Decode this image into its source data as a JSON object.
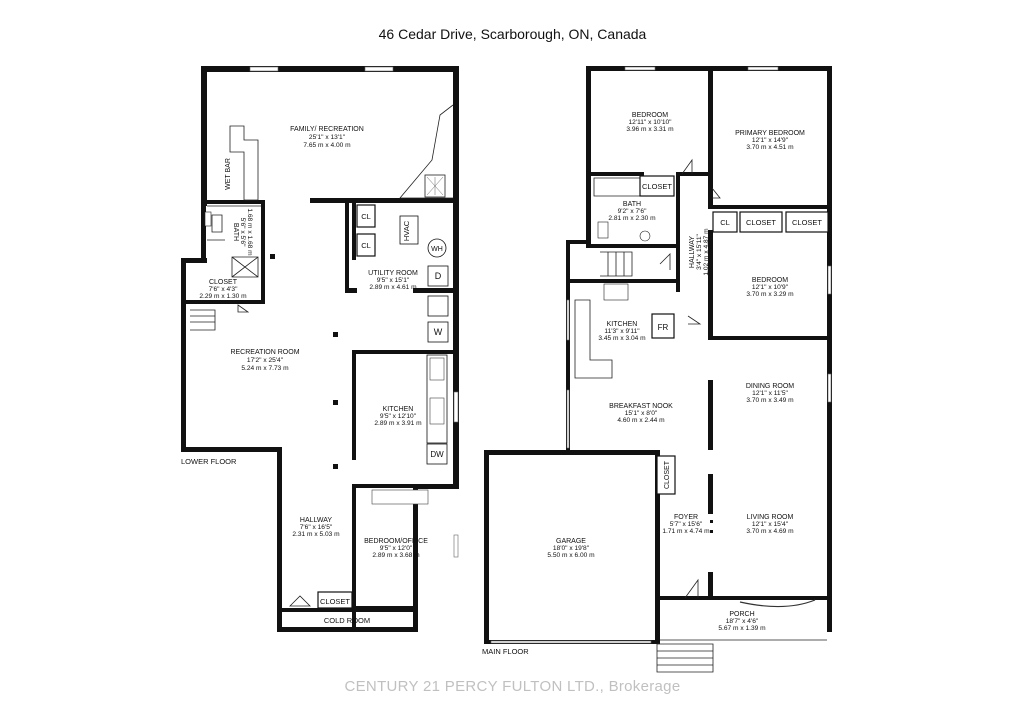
{
  "title": "46 Cedar Drive, Scarborough, ON, Canada",
  "watermark": "CENTURY 21 PERCY FULTON LTD., Brokerage",
  "lower_floor": {
    "label": "LOWER FLOOR",
    "rooms": [
      {
        "name": "FAMILY/ RECREATION",
        "imperial": "25'1\" x 13'1\"",
        "metric": "7.65 m x 4.00 m"
      },
      {
        "name": "BATH",
        "imperial": "5'6\" x 5'6\"",
        "metric": "1.68 m x 1.68 m"
      },
      {
        "name": "CLOSET",
        "imperial": "7'6\" x 4'3\"",
        "metric": "2.29 m x 1.30 m"
      },
      {
        "name": "UTILITY ROOM",
        "imperial": "9'5\" x 15'1\"",
        "metric": "2.89 m x 4.61 m"
      },
      {
        "name": "RECREATION ROOM",
        "imperial": "17'2\" x 25'4\"",
        "metric": "5.24 m x 7.73 m"
      },
      {
        "name": "KITCHEN",
        "imperial": "9'5\" x 12'10\"",
        "metric": "2.89 m x 3.91 m"
      },
      {
        "name": "HALLWAY",
        "imperial": "7'6\" x 16'5\"",
        "metric": "2.31 m x 5.03 m"
      },
      {
        "name": "BEDROOM/OFFICE",
        "imperial": "9'5\" x 12'0\"",
        "metric": "2.89 m x 3.68 m"
      }
    ],
    "labels": {
      "wet_bar": "WET BAR",
      "hvac": "HVAC",
      "wh": "WH",
      "d": "D",
      "w": "W",
      "dw": "DW",
      "cl1": "CL",
      "cl2": "CL",
      "closet": "CLOSET",
      "cold_room": "COLD ROOM"
    }
  },
  "main_floor": {
    "label": "MAIN FLOOR",
    "rooms": [
      {
        "name": "BEDROOM",
        "imperial": "12'11\" x 10'10\"",
        "metric": "3.96 m x 3.31 m"
      },
      {
        "name": "PRIMARY BEDROOM",
        "imperial": "12'1\" x 14'9\"",
        "metric": "3.70 m x 4.51 m"
      },
      {
        "name": "BATH",
        "imperial": "9'2\" x 7'6\"",
        "metric": "2.81 m x 2.30 m"
      },
      {
        "name": "HALLWAY",
        "imperial": "3'4\" x 15'11\"",
        "metric": "1.02 m x 4.87 m"
      },
      {
        "name": "BEDROOM",
        "imperial": "12'1\" x 10'9\"",
        "metric": "3.70 m x 3.29 m"
      },
      {
        "name": "KITCHEN",
        "imperial": "11'3\" x 9'11\"",
        "metric": "3.45 m x 3.04 m"
      },
      {
        "name": "BREAKFAST NOOK",
        "imperial": "15'1\" x 8'0\"",
        "metric": "4.60 m x 2.44 m"
      },
      {
        "name": "DINING ROOM",
        "imperial": "12'1\" x 11'5\"",
        "metric": "3.70 m x 3.49 m"
      },
      {
        "name": "GARAGE",
        "imperial": "18'0\" x 19'8\"",
        "metric": "5.50 m x 6.00 m"
      },
      {
        "name": "FOYER",
        "imperial": "5'7\" x 15'6\"",
        "metric": "1.71 m x 4.74 m"
      },
      {
        "name": "LIVING ROOM",
        "imperial": "12'1\" x 15'4\"",
        "metric": "3.70 m x 4.69 m"
      },
      {
        "name": "PORCH",
        "imperial": "18'7\" x 4'6\"",
        "metric": "5.67 m x 1.39 m"
      }
    ],
    "labels": {
      "closet_bath": "CLOSET",
      "cl": "CL",
      "closet_a": "CLOSET",
      "closet_b": "CLOSET",
      "closet_foyer": "CLOSET",
      "fr": "FR"
    }
  }
}
